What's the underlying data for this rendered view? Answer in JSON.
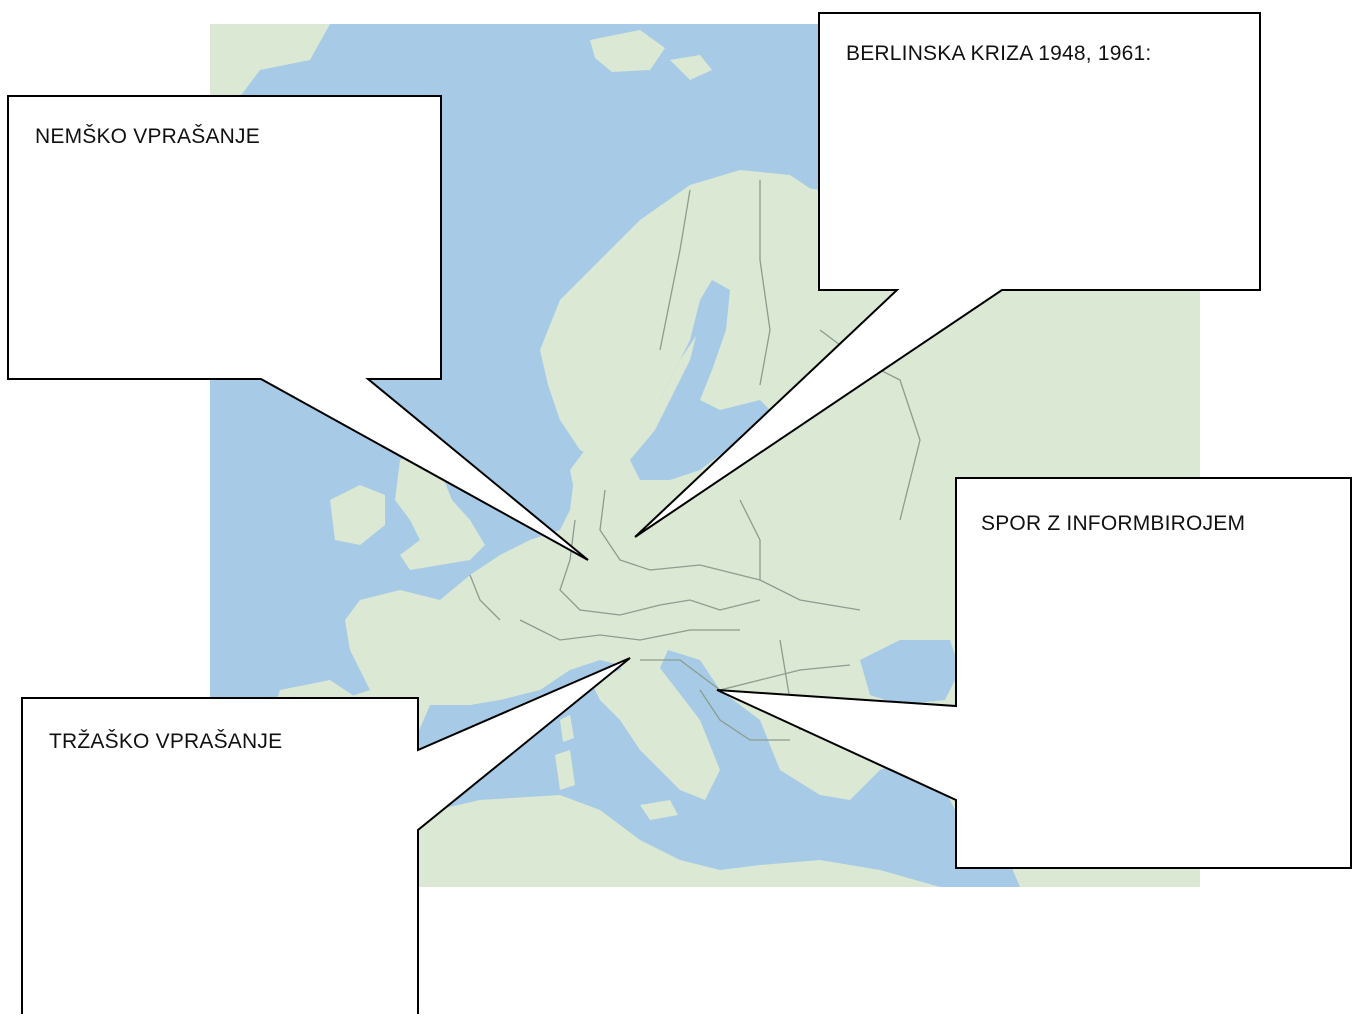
{
  "callouts": {
    "german_question": "NEMŠKO VPRAŠANJE",
    "berlin_crisis": "BERLINSKA KRIZA 1948, 1961:",
    "informbiro_dispute": "SPOR Z INFORMBIROJEM",
    "trieste_question": "TRŽAŠKO VPRAŠANJE"
  },
  "colors": {
    "sea": "#a7cbe6",
    "land": "#dbe8d3",
    "border": "#8c9c8e",
    "callout_fill": "#ffffff",
    "callout_stroke": "#000000"
  }
}
